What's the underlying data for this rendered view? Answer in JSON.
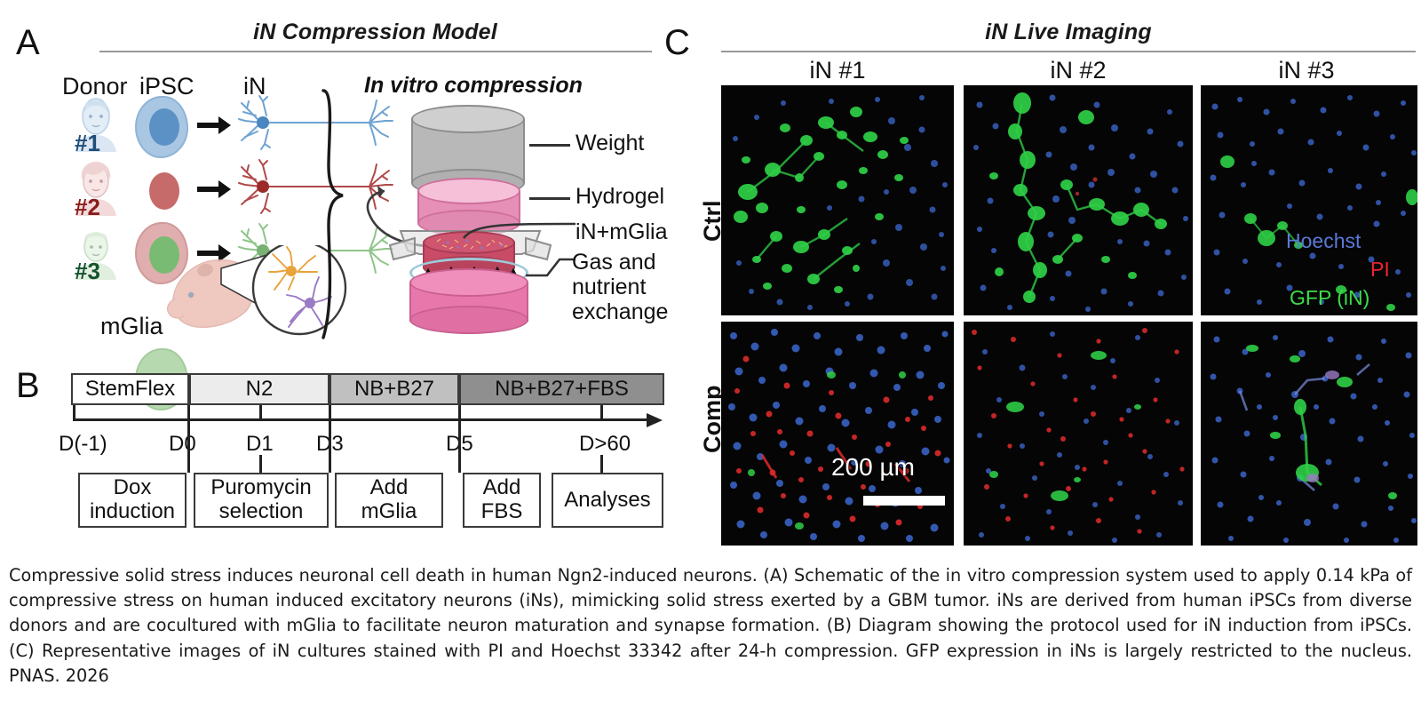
{
  "panels": {
    "a": {
      "letter": "A",
      "title": "iN Compression Model",
      "columns": {
        "donor": "Donor",
        "ipsc": "iPSC",
        "in": "iN",
        "apparatus": "In vitro compression"
      },
      "donors": [
        {
          "id": "#1",
          "color": "#1f4e79"
        },
        {
          "id": "#2",
          "color": "#8b1c1c"
        },
        {
          "id": "#3",
          "color": "#14532d"
        }
      ],
      "mglia_label": "mGlia",
      "apparatus_labels": [
        "Weight",
        "Hydrogel",
        "iN+mGlia",
        "Gas and",
        "nutrient",
        "exchange"
      ]
    },
    "b": {
      "letter": "B",
      "media": [
        {
          "label": "StemFlex",
          "fill": "#ffffff"
        },
        {
          "label": "N2",
          "fill": "#ececec"
        },
        {
          "label": "NB+B27",
          "fill": "#c0c0c0"
        },
        {
          "label": "NB+B27+FBS",
          "fill": "#8f8f8f"
        }
      ],
      "days": [
        "D(-1)",
        "D0",
        "D1",
        "D3",
        "D5",
        "D>60"
      ],
      "events": [
        {
          "line1": "Dox",
          "line2": "induction"
        },
        {
          "line1": "Puromycin",
          "line2": "selection"
        },
        {
          "line1": "Add",
          "line2": "mGlia"
        },
        {
          "line1": "Add",
          "line2": "FBS"
        },
        {
          "line1": "Analyses",
          "line2": ""
        }
      ]
    },
    "c": {
      "letter": "C",
      "title": "iN Live Imaging",
      "columns": [
        "iN #1",
        "iN #2",
        "iN #3"
      ],
      "rows": [
        "Ctrl",
        "Comp"
      ],
      "legend": [
        {
          "label": "Hoechst",
          "color": "#5b79d8"
        },
        {
          "label": "PI",
          "color": "#ee2233"
        },
        {
          "label": "GFP (iN)",
          "color": "#3ddc4a"
        }
      ],
      "scalebar": "200 µm"
    }
  },
  "caption": "Compressive solid stress induces neuronal cell death in human Ngn2-induced neurons. (A) Schematic of the in vitro compression system used to apply 0.14 kPa of compressive stress on human induced excitatory neurons (iNs), mimicking solid stress exerted by a GBM tumor. iNs are derived from human iPSCs from diverse donors and are cocultured with mGlia to facilitate neuron maturation and synapse formation. (B) Diagram showing the protocol used for iN induction from iPSCs. (C) Representative images of iN cultures stained with PI and Hoechst 33342 after 24-h compression. GFP expression in iNs is largely restricted to the nucleus. PNAS. 2026"
}
